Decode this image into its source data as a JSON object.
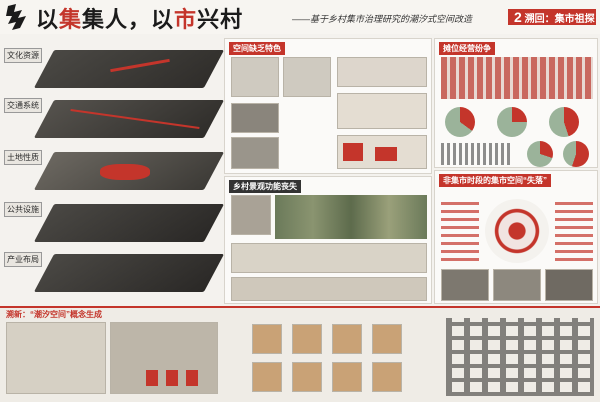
{
  "header": {
    "title_part1": "以",
    "title_part2": "集",
    "title_part3": "集人，以",
    "title_part4": "市",
    "title_part5": "兴村",
    "subtitle": "——基于乡村集市治理研究的潮汐式空间改造",
    "badge_num": "2",
    "badge_text": "溯回：集市祖探"
  },
  "layers": [
    {
      "label": "文化资源"
    },
    {
      "label": "交通系统"
    },
    {
      "label": "土地性质"
    },
    {
      "label": "公共设施"
    },
    {
      "label": "产业布局"
    }
  ],
  "sections": {
    "space_lack": "空间缺乏特色",
    "stall_competition": "摊位经营纷争",
    "village_weaken": "乡村景观功能丧失",
    "market_loss": "非集市时段的集市空间“失落”",
    "bottom_title": "溯新：“潮汐空间”概念生成"
  },
  "colors": {
    "accent": "#c4352b",
    "dark": "#333333",
    "background": "#f4f2ee"
  }
}
